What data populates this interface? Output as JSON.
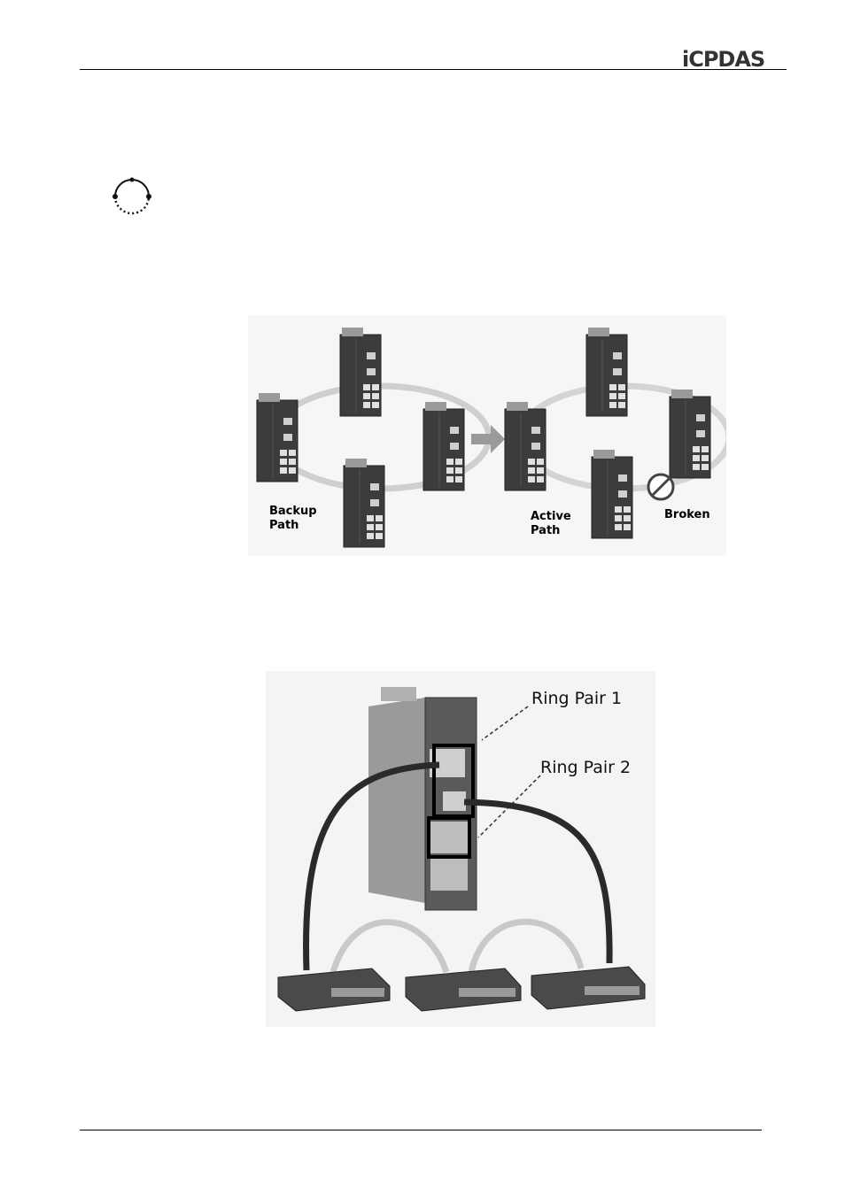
{
  "header": {
    "logo_text": "iCPDAS"
  },
  "figure_ring": {
    "labels": {
      "backup_path": "Backup\nPath",
      "active_path": "Active\nPath",
      "broken": "Broken"
    }
  },
  "figure_pairs": {
    "labels": {
      "ring_pair_1": "Ring Pair 1",
      "ring_pair_2": "Ring Pair 2"
    }
  },
  "colors": {
    "rule": "#000000",
    "device_dark": "#3a3a3a",
    "ring_light": "#d8d8d8"
  }
}
